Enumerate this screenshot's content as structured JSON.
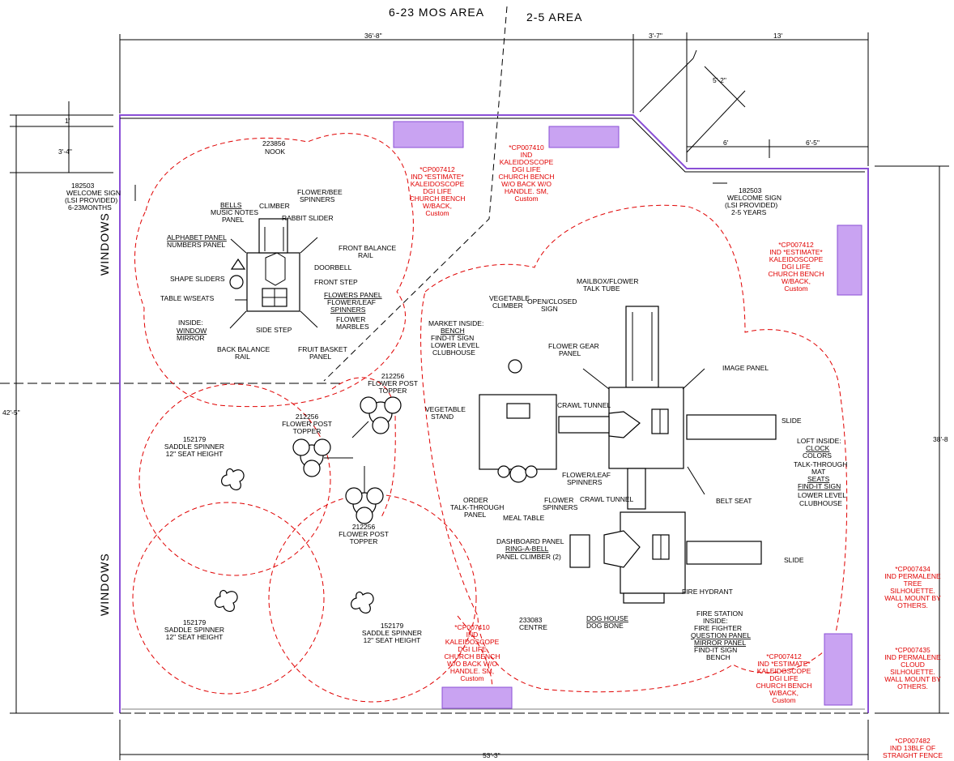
{
  "areas": {
    "left": "6-23 MOS AREA",
    "right": "2-5 AREA"
  },
  "dimensions": {
    "top_left": "36'-8\"",
    "top_mid": "3'-7\"",
    "top_right": "13'",
    "diag": "5'-2\"",
    "right_a": "6'",
    "right_b": "6'-5\"",
    "left_1": "1'",
    "left_2": "3'-4\"",
    "left_overall": "42'-5\"",
    "right_overall": "38'-8",
    "bottom": "53'-3\""
  },
  "windows": [
    "WINDOWS",
    "WINDOWS"
  ],
  "welcome_left": [
    "182503",
    "WELCOME SIGN",
    "(LSI PROVIDED)",
    "6-23MONTHS"
  ],
  "welcome_right": [
    "182503",
    "WELCOME SIGN",
    "(LSI PROVIDED)",
    "2-5 YEARS"
  ],
  "nook": {
    "title": [
      "223856",
      "NOOK"
    ],
    "labels": {
      "bells": "BELLS",
      "music": [
        "MUSIC NOTES",
        "PANEL"
      ],
      "climber": "CLIMBER",
      "flower_bee": [
        "FLOWER/BEE",
        "SPINNERS"
      ],
      "rabbit": "RABBIT SLIDER",
      "alphabet": "ALPHABET PANEL",
      "numbers": "NUMBERS PANEL",
      "front_balance": [
        "FRONT BALANCE",
        "RAIL"
      ],
      "doorbell": "DOORBELL",
      "shape": "SHAPE SLIDERS",
      "front_step": "FRONT STEP",
      "flowers_panel": "FLOWERS PANEL",
      "flower_leaf": [
        "FLOWER/LEAF",
        "SPINNERS"
      ],
      "flower_marbles": [
        "FLOWER",
        "MARBLES"
      ],
      "table": "TABLE W/SEATS",
      "inside": "INSIDE:",
      "window": "WINDOW",
      "mirror": "MIRROR",
      "side_step": "SIDE STEP",
      "back_balance": [
        "BACK BALANCE",
        "RAIL"
      ],
      "fruit": [
        "FRUIT BASKET",
        "PANEL"
      ]
    }
  },
  "benches": {
    "b1": [
      "*CP007412",
      "IND *ESTIMATE*",
      "KALEIDOSCOPE",
      "DGI LIFE",
      "CHURCH BENCH",
      "W/BACK,",
      "Custom"
    ],
    "b2": [
      "*CP007410",
      "IND",
      "KALEIDOSCOPE",
      "DGI LIFE",
      "CHURCH BENCH",
      "W/O BACK W/O",
      "HANDLE. SM,",
      "Custom"
    ],
    "b3": [
      "*CP007412",
      "IND *ESTIMATE*",
      "KALEIDOSCOPE",
      "DGI LIFE",
      "CHURCH BENCH",
      "W/BACK,",
      "Custom"
    ],
    "b4": [
      "*CP007410",
      "IND",
      "KALEIDOSCOPE",
      "DGI LIFE",
      "CHURCH BENCH",
      "W/O BACK W/O",
      "HANDLE. SM,",
      "Custom"
    ],
    "b5": [
      "*CP007412",
      "IND *ESTIMATE*",
      "KALEIDOSCOPE",
      "DGI LIFE",
      "CHURCH BENCH",
      "W/BACK,",
      "Custom"
    ]
  },
  "notes": {
    "tree": [
      "*CP007434",
      "IND PERMALENE",
      "TREE",
      "SILHOUETTE.",
      "WALL MOUNT BY",
      "OTHERS."
    ],
    "cloud": [
      "*CP007435",
      "IND PERMALENE",
      "CLOUD",
      "SILHOUETTE.",
      "WALL MOUNT BY",
      "OTHERS."
    ],
    "fence": [
      "*CP007482",
      "IND 13BLF OF",
      "STRAIGHT FENCE"
    ]
  },
  "flower_posts": {
    "p1": [
      "212256",
      "FLOWER POST",
      "TOPPER"
    ],
    "p2": [
      "212256",
      "FLOWER POST",
      "TOPPER"
    ],
    "p3": [
      "212256",
      "FLOWER POST",
      "TOPPER"
    ]
  },
  "spinners": {
    "s1": [
      "152179",
      "SADDLE SPINNER",
      "12\" SEAT HEIGHT"
    ],
    "s2": [
      "152179",
      "SADDLE SPINNER",
      "12\" SEAT HEIGHT"
    ],
    "s3": [
      "152179",
      "SADDLE SPINNER",
      "12\" SEAT HEIGHT"
    ]
  },
  "centre": {
    "code": [
      "233083",
      "CENTRE"
    ],
    "labels": {
      "mailbox": [
        "MAILBOX/FLOWER",
        "TALK TUBE"
      ],
      "veg_climber": [
        "VEGETABLE",
        "CLIMBER"
      ],
      "open_closed": [
        "OPEN/CLOSED",
        "SIGN"
      ],
      "market": [
        "MARKET INSIDE:",
        "BENCH",
        "FIND-IT SIGN",
        "LOWER LEVEL",
        "CLUBHOUSE"
      ],
      "gear": [
        "FLOWER GEAR",
        "PANEL"
      ],
      "image": "IMAGE PANEL",
      "crawl1": "CRAWL TUNNEL",
      "veg_stand": [
        "VEGETABLE",
        "STAND"
      ],
      "slide1": "SLIDE",
      "loft": [
        "LOFT INSIDE:",
        "CLOCK",
        "COLORS",
        "TALK-THROUGH",
        "MAT",
        "SEATS",
        "FIND-IT SIGN",
        "LOWER LEVEL",
        "CLUBHOUSE"
      ],
      "fl_spinners": [
        "FLOWER/LEAF",
        "SPINNERS"
      ],
      "order": [
        "ORDER",
        "TALK-THROUGH",
        "PANEL"
      ],
      "flower_spinners": [
        "FLOWER",
        "SPINNERS"
      ],
      "crawl2": "CRAWL TUNNEL",
      "belt": "BELT SEAT",
      "meal": "MEAL TABLE",
      "dashboard": "DASHBOARD PANEL",
      "ring": "RING-A-BELL",
      "panel_climber": "PANEL CLIMBER (2)",
      "slide2": "SLIDE",
      "hydrant": "FIRE HYDRANT",
      "dog": [
        "DOG HOUSE",
        "DOG BONE"
      ],
      "fire_station": [
        "FIRE STATION",
        "INSIDE:",
        "FIRE FIGHTER",
        "QUESTION PANEL",
        "MIRROR PANEL",
        "FIND-IT SIGN",
        "BENCH"
      ]
    }
  }
}
